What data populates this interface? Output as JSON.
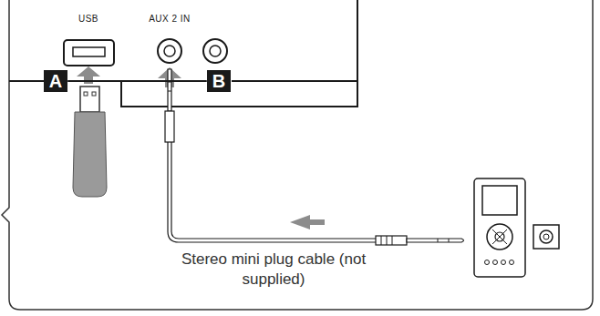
{
  "diagram": {
    "nodes": [
      {
        "text": [
          "A"
        ]
      },
      {
        "text": [
          "B"
        ]
      }
    ],
    "edges": [
      {
        "from": 0,
        "to": 1,
        "arrow": "none"
      }
    ],
    "labels": [
      "USB",
      "AUX 2 IN",
      "Stereo mini plug cable (not supplied)"
    ]
  }
}
